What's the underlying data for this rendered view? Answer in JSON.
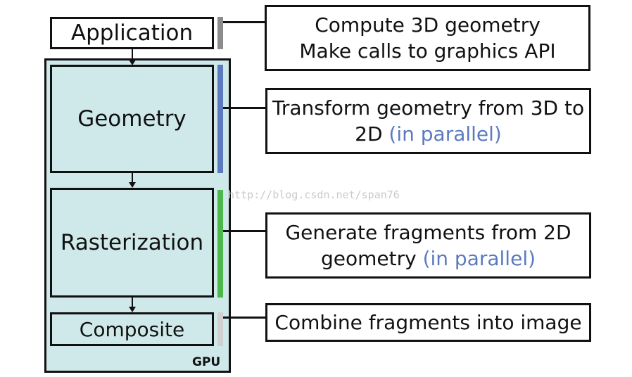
{
  "stages": {
    "application": "Application",
    "geometry": "Geometry",
    "rasterization": "Rasterization",
    "composite": "Composite"
  },
  "gpu_label": "GPU",
  "descriptions": {
    "application": {
      "line1": "Compute 3D geometry",
      "line2": "Make calls to graphics API"
    },
    "geometry": {
      "line1": "Transform geometry from 3D to",
      "line2_main": "2D",
      "line2_hl": "(in parallel)"
    },
    "rasterization": {
      "line1": "Generate fragments from 2D",
      "line2_main": "geometry",
      "line2_hl": "(in parallel)"
    },
    "composite": {
      "line1": "Combine fragments into image"
    }
  },
  "watermark": "http://blog.csdn.net/span76",
  "colors": {
    "stage_fill": "#cfe9ea",
    "application_bar": "#8c8c8c",
    "geometry_bar": "#5b7abf",
    "rasterization_bar": "#4cb84c",
    "composite_bar": "#d0d0d0",
    "parallel_text": "#5b7abf"
  }
}
